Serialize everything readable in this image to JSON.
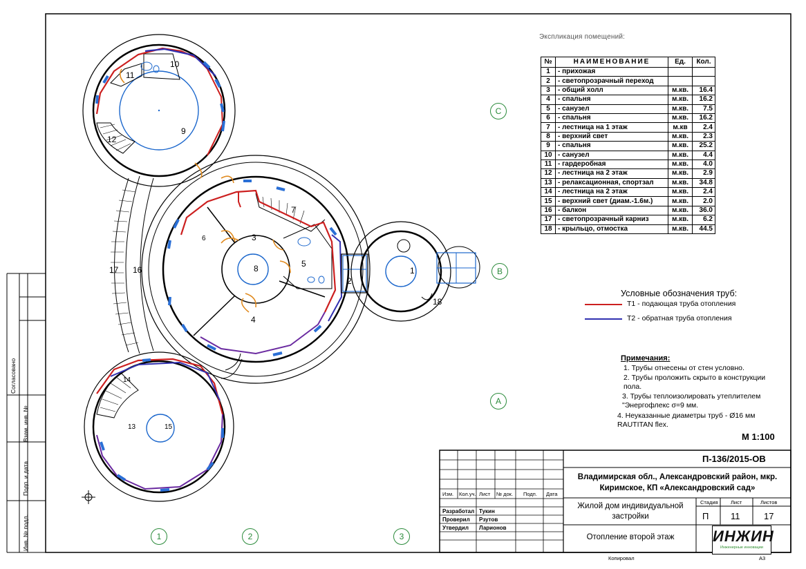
{
  "explication": {
    "title": "Экспликация помещений:",
    "headers": [
      "№",
      "НАИМЕНОВАНИЕ",
      "Ед.",
      "Кол."
    ],
    "rows": [
      {
        "n": "1",
        "name": "- прихожая",
        "unit": "",
        "qty": ""
      },
      {
        "n": "2",
        "name": "- светопрозрачный переход",
        "unit": "",
        "qty": ""
      },
      {
        "n": "3",
        "name": "- общий холл",
        "unit": "м.кв.",
        "qty": "16.4"
      },
      {
        "n": "4",
        "name": "- спальня",
        "unit": "м.кв.",
        "qty": "16.2"
      },
      {
        "n": "5",
        "name": "- санузел",
        "unit": "м.кв.",
        "qty": "7.5"
      },
      {
        "n": "6",
        "name": "- спальня",
        "unit": "м.кв.",
        "qty": "16.2"
      },
      {
        "n": "7",
        "name": "- лестница на 1 этаж",
        "unit": "м.кв",
        "qty": "2.4"
      },
      {
        "n": "8",
        "name": "- верхний свет",
        "unit": "м.кв.",
        "qty": "2.3"
      },
      {
        "n": "9",
        "name": "- спальня",
        "unit": "м.кв.",
        "qty": "25.2"
      },
      {
        "n": "10",
        "name": " - санузел",
        "unit": "м.кв.",
        "qty": "4.4"
      },
      {
        "n": "11",
        "name": " - гардеробная",
        "unit": "м.кв.",
        "qty": "4.0"
      },
      {
        "n": "12",
        "name": " - лестница на 2 этаж",
        "unit": "м.кв.",
        "qty": "2.9"
      },
      {
        "n": "13",
        "name": " - релаксационная, спортзал",
        "unit": "м.кв.",
        "qty": "34.8"
      },
      {
        "n": "14",
        "name": " - лестница на 2 этаж",
        "unit": "м.кв.",
        "qty": "2.4"
      },
      {
        "n": "15",
        "name": " - верхний свет (диам.-1.6м.)",
        "unit": "м.кв.",
        "qty": "2.0"
      },
      {
        "n": "16",
        "name": " - балкон",
        "unit": "м.кв.",
        "qty": "36.0"
      },
      {
        "n": "17",
        "name": " - светопрозрачный карниз",
        "unit": "м.кв.",
        "qty": "6.2"
      },
      {
        "n": "18",
        "name": " - крыльцо, отмостка",
        "unit": "м.кв.",
        "qty": "44.5"
      }
    ]
  },
  "legend": {
    "title": "Условные обозначения труб:",
    "supply": "Т1 - подающая труба отопления",
    "return": "Т2 - обратная труба отопления",
    "supply_color": "#cc1f1f",
    "return_color": "#3030b0"
  },
  "notes": {
    "title": "Примечания:",
    "items": [
      "1. Трубы отнесены от стен условно.",
      "2. Трубы проложить скрыто в конструкции пола.",
      "3. Трубы теплоизолировать утеплителем \"Энергофлекс σ=9 мм.",
      "4. Неуказанные диаметры труб - Ø16 мм RAUTITAN flex."
    ],
    "scale": "М 1:100"
  },
  "axes": {
    "a": "A",
    "b": "B",
    "c": "C",
    "n1": "1",
    "n2": "2",
    "n3": "3"
  },
  "plan_rooms": {
    "r1": "1",
    "r2": "2",
    "r3": "3",
    "r4": "4",
    "r5": "5",
    "r6": "6",
    "r7": "7",
    "r8": "8",
    "r9": "9",
    "r10": "10",
    "r11": "11",
    "r12": "12",
    "r13": "13",
    "r14": "14",
    "r15": "15",
    "r16": "16",
    "r17": "17",
    "r18": "18"
  },
  "title_block": {
    "code": "П-136/2015-ОВ",
    "address": "Владимирская обл., Александровский район, мкр. Киримское, КП «Александровский сад»",
    "object": "Жилой дом индивидуальной застройки",
    "sheet_title": "Отопление второй этаж",
    "stage_label": "Стадия",
    "sheet_label": "Лист",
    "sheets_label": "Листов",
    "stage": "П",
    "sheet": "11",
    "sheets": "17",
    "cols": [
      "Изм.",
      "Кол.уч.",
      "Лист",
      "№ док.",
      "Подп.",
      "Дата"
    ],
    "people": [
      {
        "role": "Разработал",
        "name": "Тукин"
      },
      {
        "role": "Проверил",
        "name": "Рзутов"
      },
      {
        "role": "Утвердил",
        "name": "Ларионов"
      }
    ],
    "copied": "Копировал",
    "format": "А3",
    "logo": "ИНЖИН",
    "logo_tagline": "Инженерные инновации"
  },
  "side_stamp": {
    "agreed": "Согласовано",
    "inv_replace": "Взам. инв. №",
    "sign_date": "Подп. и дата",
    "inv_original": "Инв. № подл."
  }
}
